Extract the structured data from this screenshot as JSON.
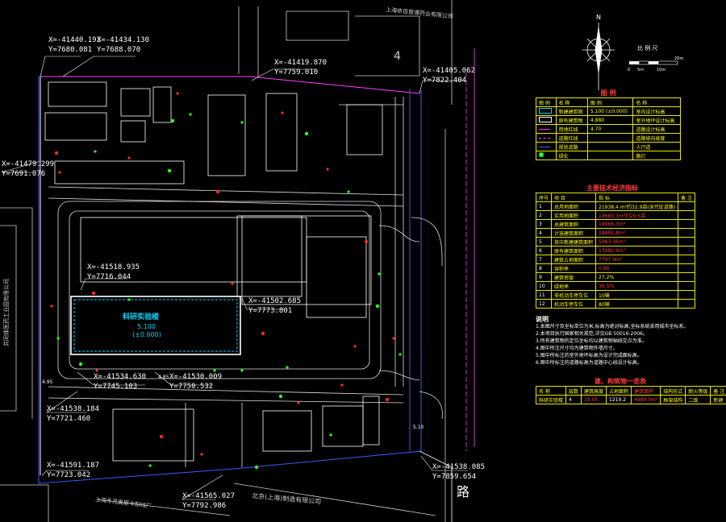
{
  "neighbors": {
    "top": "上海依佰曾谭药业有限公司",
    "left": "共同体医药工业园有限公司",
    "bottom_left": "上海冬克奥斯卡制线厂",
    "bottom_center": "北京(上海)制造有限公司",
    "road_char": "路"
  },
  "coordinates": [
    {
      "x": "X=-41440.193",
      "y": "Y=7680.081"
    },
    {
      "x": "X=-41434.130",
      "y": "Y=7688.070"
    },
    {
      "x": "X=-41419.870",
      "y": "Y=7759.010"
    },
    {
      "x": "X=-41405.062",
      "y": "Y=7822.404"
    },
    {
      "x": "X=-41479.299",
      "y": "Y=7691.076"
    },
    {
      "x": "X=-41518.935",
      "y": "Y=7716.044"
    },
    {
      "x": "X=-41502.685",
      "y": "Y=7773.801"
    },
    {
      "x": "X=-41534.630",
      "y": "Y=7745.103"
    },
    {
      "x": "X=-41530.009",
      "y": "Y=7750.532"
    },
    {
      "x": "X=-41538.184",
      "y": "Y=7721.460"
    },
    {
      "x": "X=-41591.187",
      "y": "Y=7723.042"
    },
    {
      "x": "X=-41565.027",
      "y": "Y=7792.986"
    },
    {
      "x": "X=-41538.085",
      "y": "Y=7859.654"
    }
  ],
  "building": {
    "name": "科研实验楼",
    "height": "5.100",
    "level": "(±0.000)"
  },
  "misc_labels": {
    "dim_510": "5.10",
    "dim_495": "4.95",
    "dim_485": "4.85",
    "plot_number": "4"
  },
  "scale": {
    "title": "比 例 尺",
    "ticks": [
      "0",
      "5m",
      "10m",
      "20m"
    ]
  },
  "legend": {
    "title": "图 例",
    "headers": [
      "图 例",
      "名 称",
      "图 例",
      "名 称"
    ],
    "rows": [
      {
        "name": "新建建筑物",
        "sym": "5.100 (±0.000)",
        "desc": "室内设计标高"
      },
      {
        "name": "原有建筑物",
        "sym": "4.880",
        "desc": "室外地坪设计标高"
      },
      {
        "name": "用地红线",
        "sym": "4.70",
        "desc": "道路设计标高"
      },
      {
        "name": "道路红线",
        "sym": "",
        "desc": "道路坡向坡度"
      },
      {
        "name": "规划道路",
        "sym": "",
        "desc": "人行道"
      },
      {
        "name": "绿化",
        "sym": "",
        "desc": "路灯"
      }
    ]
  },
  "tech_table": {
    "title": "主要技术经济指标",
    "headers": [
      "序号",
      "项 目",
      "指 标",
      "备 注"
    ],
    "rows": [
      {
        "no": "1",
        "item": "总用地面积",
        "value": "21938.4 m²约32.9亩(含代征道路)",
        "note": ""
      },
      {
        "no": "2",
        "item": "实用地面积",
        "value": "19683.3m²约29.5亩",
        "note": ""
      },
      {
        "no": "3",
        "item": "总建筑面积",
        "value": "19966.3m²",
        "note": ""
      },
      {
        "no": "4",
        "item": "计容建筑面积",
        "value": "18881.8m²",
        "note": ""
      },
      {
        "no": "5",
        "item": "其中新建建筑面积",
        "value": "5983.36m²",
        "note": ""
      },
      {
        "no": "6",
        "item": "原有建筑面积",
        "value": "13982.9m²",
        "note": ""
      },
      {
        "no": "7",
        "item": "建筑占地面积",
        "value": "7797.9m²",
        "note": ""
      },
      {
        "no": "8",
        "item": "容积率",
        "value": "0.96",
        "note": ""
      },
      {
        "no": "9",
        "item": "建筑密度",
        "value": "27.2%",
        "note": ""
      },
      {
        "no": "10",
        "item": "绿地率",
        "value": "36.5%",
        "note": ""
      },
      {
        "no": "11",
        "item": "非机动车停车位",
        "value": "10辆",
        "note": ""
      },
      {
        "no": "12",
        "item": "机动车停车位",
        "value": "80辆",
        "note": ""
      }
    ]
  },
  "notes": {
    "title": "说明",
    "lines": [
      "1.本图尺寸及坐标单位为米,标高为绝对标高,坐标系统采用城市坐标系。",
      "2.本项目执行国家相关规范,详见GB 50016-2006。",
      "3.所有建筑物的定位坐标均以建筑物轴线交点为准。",
      "4.图中所注尺寸均为建筑物外墙尺寸。",
      "5.图中所标注的室外地坪标高为设计完成面标高。",
      "6.图中所标注的道路标高为道路中心线设计标高。"
    ]
  },
  "building_table": {
    "title": "建、构筑物一览表",
    "headers": [
      "名 称",
      "层数",
      "建筑高度",
      "占地面积",
      "建筑面积",
      "结构形式",
      "耐火等级",
      "备 注"
    ],
    "rows": [
      {
        "name": "科研实验楼",
        "floors": "4",
        "height": "19.05",
        "footprint": "1219.2",
        "area": "4989.0m²",
        "structure": "框架结构",
        "fire": "二级",
        "note": "新建"
      }
    ]
  }
}
